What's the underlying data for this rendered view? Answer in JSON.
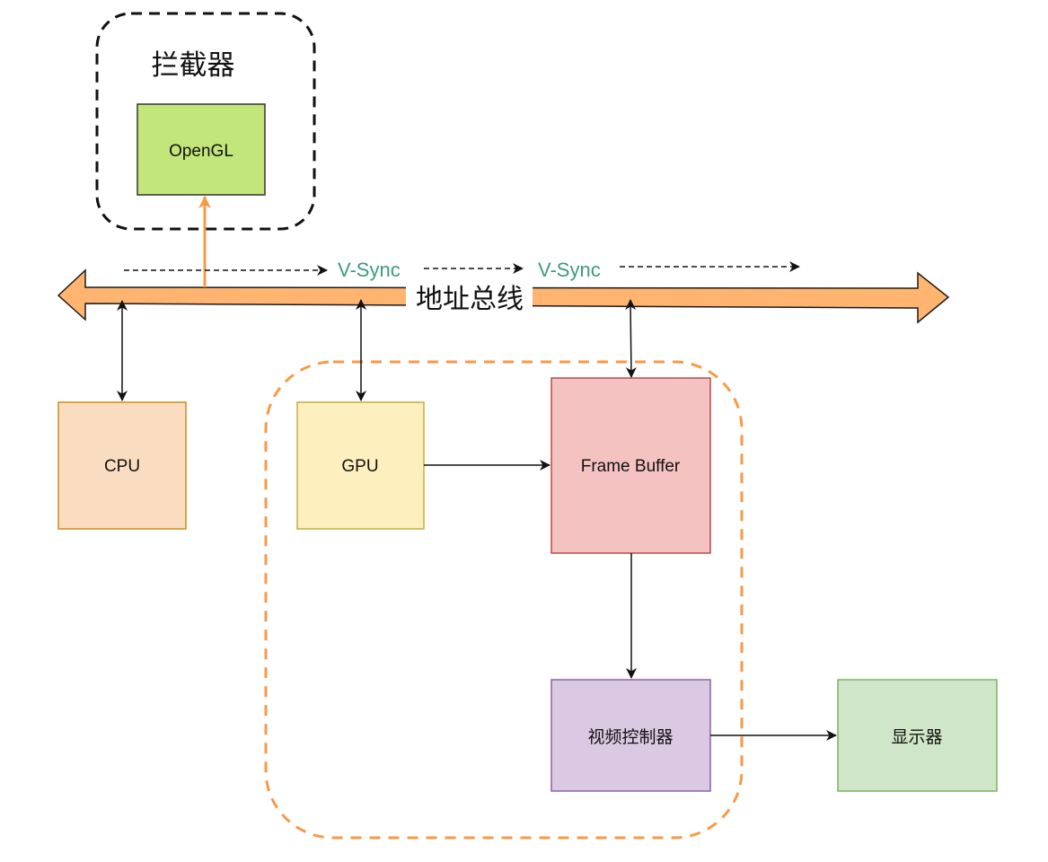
{
  "diagram": {
    "interceptor_group": {
      "title": "拦截器"
    },
    "bus": {
      "label": "地址总线",
      "fill": "#FFB570",
      "stroke": "#1a1a1a"
    },
    "vsync_labels": [
      "V-Sync",
      "V-Sync"
    ],
    "vsync_color": "#3D9A80",
    "nodes": {
      "opengl": {
        "label": "OpenGL",
        "fill": "#C3E67A",
        "stroke": "#333333"
      },
      "cpu": {
        "label": "CPU",
        "fill": "#FADDC0",
        "stroke": "#D08A1C"
      },
      "gpu": {
        "label": "GPU",
        "fill": "#FDF0BE",
        "stroke": "#C9AC3F"
      },
      "framebuffer": {
        "label": "Frame Buffer",
        "fill": "#F5C2C2",
        "stroke": "#B84A4A"
      },
      "video_controller": {
        "label": "视频控制器",
        "fill": "#DBC8E2",
        "stroke": "#8A64A6"
      },
      "display": {
        "label": "显示器",
        "fill": "#D0E6C9",
        "stroke": "#7AB362"
      }
    },
    "gpu_group": {
      "stroke": "#F79A46"
    },
    "edges": [
      {
        "from": "opengl-bus",
        "to": "opengl",
        "style": "orange-arrow"
      },
      {
        "from": "bus",
        "to": "cpu",
        "style": "bidirectional"
      },
      {
        "from": "bus",
        "to": "gpu",
        "style": "bidirectional"
      },
      {
        "from": "bus",
        "to": "framebuffer",
        "style": "bidirectional"
      },
      {
        "from": "gpu",
        "to": "framebuffer",
        "style": "arrow"
      },
      {
        "from": "framebuffer",
        "to": "video_controller",
        "style": "arrow"
      },
      {
        "from": "video_controller",
        "to": "display",
        "style": "arrow"
      }
    ]
  }
}
